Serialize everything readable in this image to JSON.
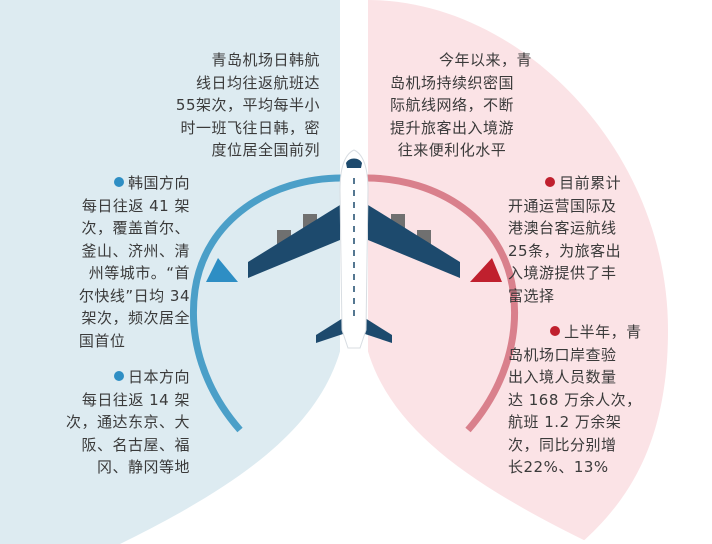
{
  "colors": {
    "left_panel": "#ddebf1",
    "right_panel": "#fbe3e6",
    "left_arc": "#4b9fc8",
    "right_arc": "#d9808c",
    "left_dot": "#2e8ec4",
    "right_dot": "#c0202e",
    "wing": "#1d4a6d",
    "engine": "#707070",
    "fuselage": "#ffffff",
    "contrail": "#ffffff"
  },
  "icons": [
    "airplane-icon",
    "bullet-dot-icon",
    "triangle-pointer-icon"
  ],
  "left_top": {
    "lines": [
      "青岛机场日韩航",
      "线日均往返航班达",
      "55架次，平均每半小",
      "时一班飞往日韩，密",
      "度位居全国前列"
    ]
  },
  "right_top": {
    "lines": [
      "今年以来，青",
      "岛机场持续织密国",
      "际航线网络，不断",
      "提升旅客出入境游",
      "往来便利化水平"
    ]
  },
  "korea": {
    "title": "韩国方向",
    "lines": [
      "每日往返 41 架",
      "次，覆盖首尔、",
      "釜山、济州、清",
      "州等城市。“首",
      "尔快线”日均 34",
      "架次，频次居全",
      "国首位"
    ]
  },
  "japan": {
    "title": "日本方向",
    "lines": [
      "每日往返 14 架",
      "次，通达东京、大",
      "阪、名古屋、福",
      "冈、静冈等地"
    ]
  },
  "routes": {
    "title": "目前累计",
    "lines": [
      "开通运营国际及",
      "港澳台客运航线",
      "25条，为旅客出",
      "入境游提供了丰",
      "富选择"
    ]
  },
  "h1": {
    "title": "上半年，青",
    "lines": [
      "岛机场口岸查验",
      "出入境人员数量",
      "达 168 万余人次，",
      "航班 1.2 万余架",
      "次，同比分别增",
      "长22%、13%"
    ]
  }
}
